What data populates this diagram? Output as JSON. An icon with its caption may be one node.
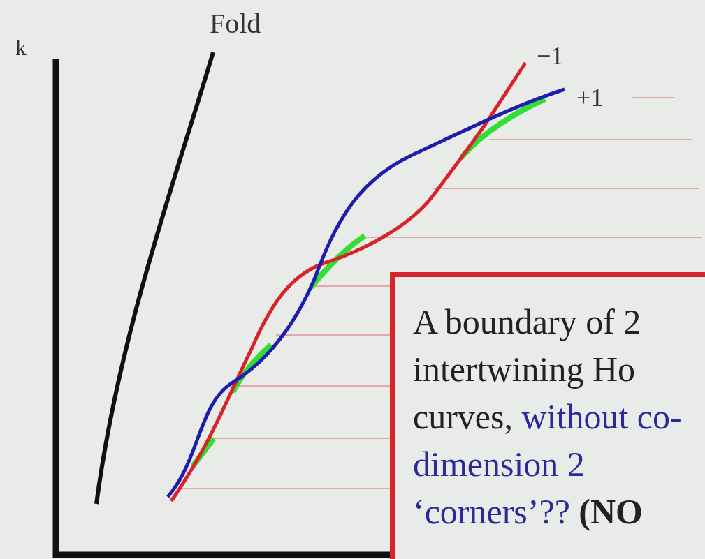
{
  "diagram": {
    "nodes": [
      {
        "text": [
          "A boundary of 2 intertwining Ho curves,",
          "without co-dimension 2 ‘corners’??",
          "(NO"
        ]
      }
    ],
    "labels": [
      "k",
      "Fold",
      "−1",
      "+1"
    ]
  }
}
